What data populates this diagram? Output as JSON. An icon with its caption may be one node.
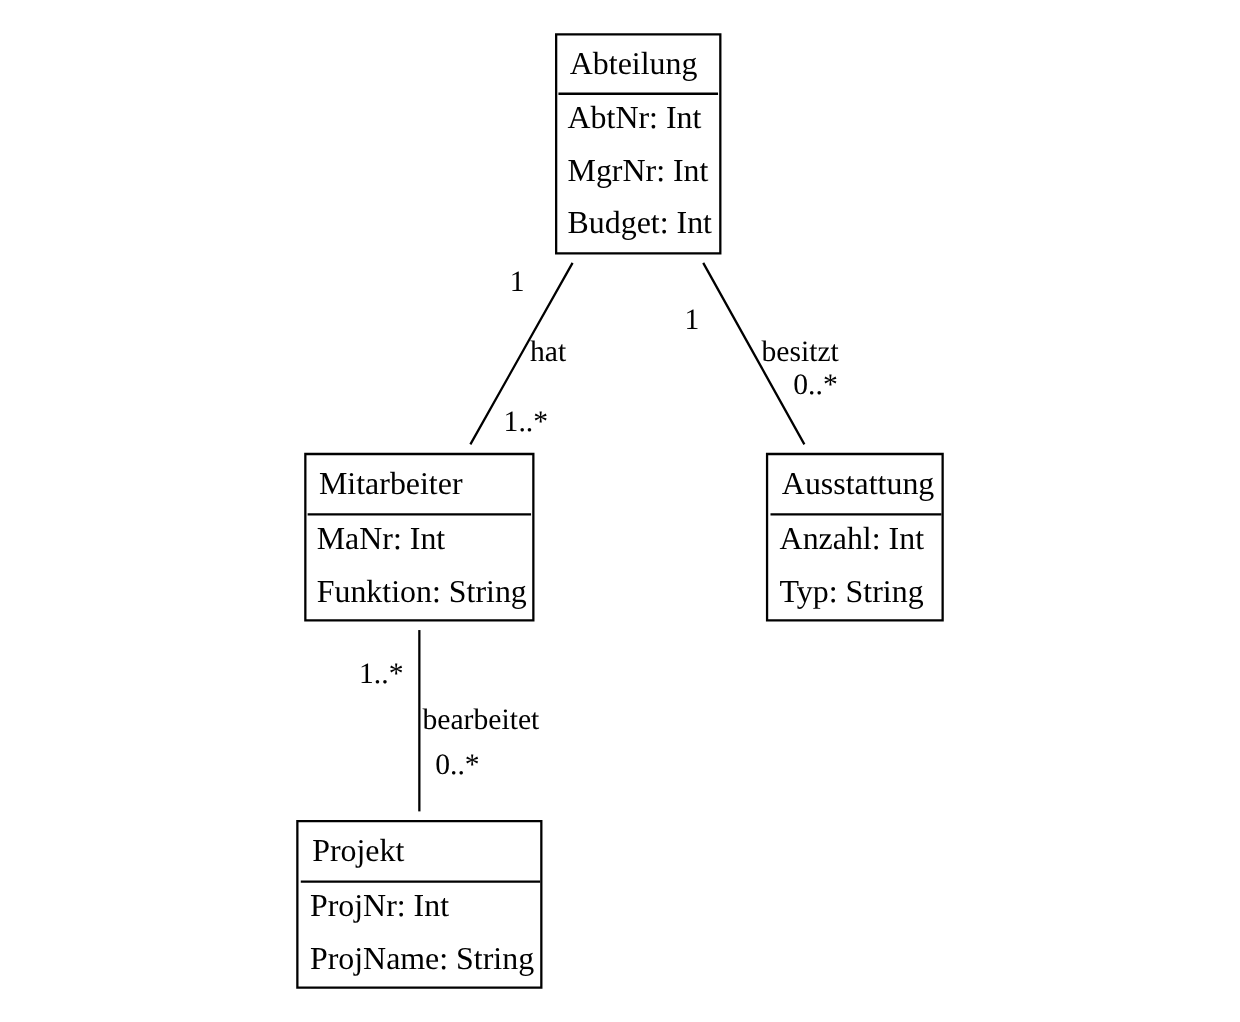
{
  "diagram": {
    "nodes": [
      {
        "text": [
          "Abteilung",
          "AbtNr: Int",
          "MgrNr: Int",
          "Budget: Int"
        ]
      },
      {
        "text": [
          "Mitarbeiter",
          "MaNr: Int",
          "Funktion: String"
        ]
      },
      {
        "text": [
          "Ausstattung",
          "Anzahl: Int",
          "Typ: String"
        ]
      },
      {
        "text": [
          "Projekt",
          "ProjNr: Int",
          "ProjName: String"
        ]
      }
    ],
    "edges": [
      {
        "from": 0,
        "to": 1,
        "arrow": "none",
        "label": "hat"
      },
      {
        "from": 0,
        "to": 2,
        "arrow": "none",
        "label": "besitzt"
      },
      {
        "from": 1,
        "to": 3,
        "arrow": "none",
        "label": "bearbeitet"
      }
    ],
    "labels": [
      "1",
      "1",
      "1..*",
      "0..*",
      "1..*",
      "0..*"
    ]
  }
}
